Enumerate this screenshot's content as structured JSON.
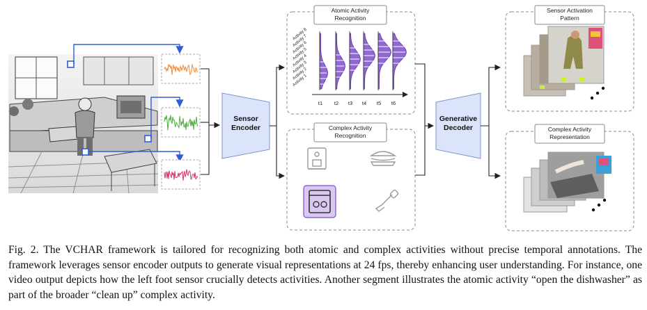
{
  "encoder": {
    "line1": "Sensor",
    "line2": "Encoder"
  },
  "decoder": {
    "line1": "Generative",
    "line2": "Decoder"
  },
  "atomic": {
    "title_line1": "Atomic Activity",
    "title_line2": "Recognition",
    "activities": [
      "Activity 8",
      "Activity 7",
      "Activity 6",
      "Activity 5",
      "Activity 4",
      "Activity 3",
      "Activity 2",
      "Activity 1"
    ],
    "time_ticks": [
      "t1",
      "t2",
      "t3",
      "t4",
      "t5",
      "t6"
    ],
    "accent_color": "#7b4fc9"
  },
  "complex": {
    "title_line1": "Complex Activity",
    "title_line2": "Recognition",
    "icons": [
      "coffee-machine-icon",
      "sandwich-icon",
      "dishwasher-icon",
      "vacuum-icon"
    ],
    "selected_icon": "dishwasher-icon"
  },
  "pattern": {
    "title_line1": "Sensor Activation",
    "title_line2": "Pattern"
  },
  "representation": {
    "title_line1": "Complex Activity",
    "title_line2": "Representation"
  },
  "signals": {
    "colors": [
      "#f08a3c",
      "#4caf3a",
      "#d6336c"
    ],
    "sensor_color": "#2f5fd0"
  },
  "caption": "Fig. 2.  The VCHAR framework is tailored for recognizing both atomic and complex activities without precise temporal annotations. The framework leverages sensor encoder outputs to generate visual representations at 24 fps, thereby enhancing user understanding. For instance, one video output depicts how the left foot sensor crucially detects activities. Another segment illustrates the atomic activity “open the dishwasher” as part of the broader “clean up” complex activity."
}
